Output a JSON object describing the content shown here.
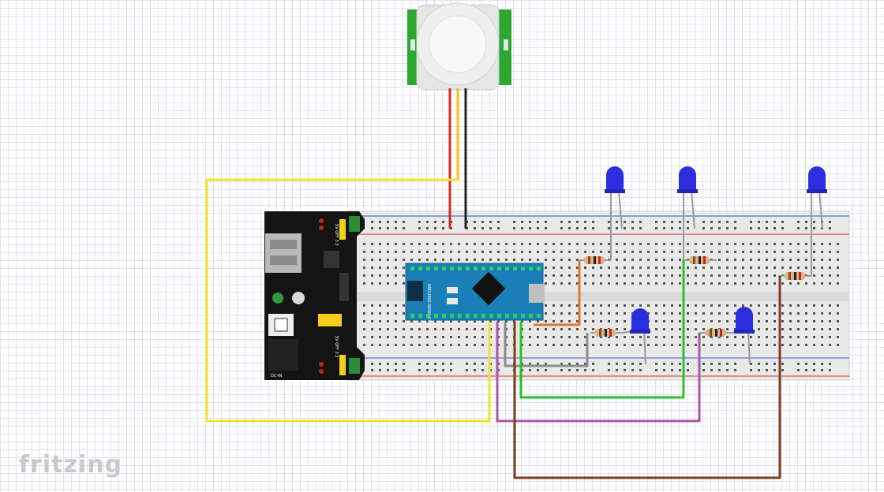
{
  "app": {
    "brand": "fritzing"
  },
  "power_module": {
    "label_dc": "DC-IN",
    "label_top": "5V OFF 3.3",
    "label_bottom": "5V OFF 3.3"
  },
  "arduino": {
    "label": "ARDUINO NANO V3.0"
  },
  "colors": {
    "wire_yellow": "#f2e22a",
    "wire_orange": "#e0782a",
    "wire_green": "#26c22c",
    "wire_purple": "#a857a6",
    "wire_brown": "#7a3c1a",
    "wire_gray": "#8c8c8c",
    "wire_red": "#d12a1f",
    "wire_black": "#222222",
    "led_blue": "#2c2ee0",
    "breadboard": "#e9e9e9",
    "arduino_board": "#1a7fb7",
    "pir_board": "#2aa82f"
  },
  "icons": [
    "pir-sensor-icon",
    "led-icon",
    "resistor-icon",
    "usb-port-icon",
    "dc-jack-icon"
  ]
}
